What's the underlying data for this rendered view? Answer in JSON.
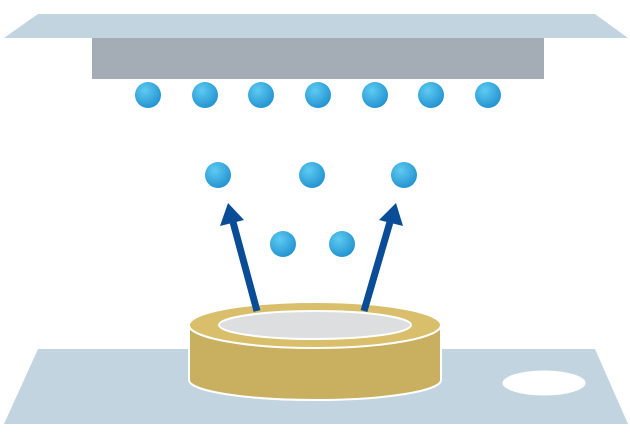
{
  "diagram": {
    "type": "deposition-schematic",
    "colors": {
      "background": "#ffffff",
      "top_plate": "#c2d4e0",
      "substrate": "#a4adb5",
      "base_plate": "#c2d4e0",
      "particle_light": "#5ecbf2",
      "particle_dark": "#1f8fce",
      "arrow": "#0a4c96",
      "crucible_side": "#c9b060",
      "crucible_top": "#d9be6b",
      "crucible_edge": "#ffffff",
      "material": "#dcdedf",
      "hole": "#ffffff"
    },
    "particles": {
      "deposited_on_substrate": 7,
      "in_flight": 5
    },
    "arrows": 2
  }
}
